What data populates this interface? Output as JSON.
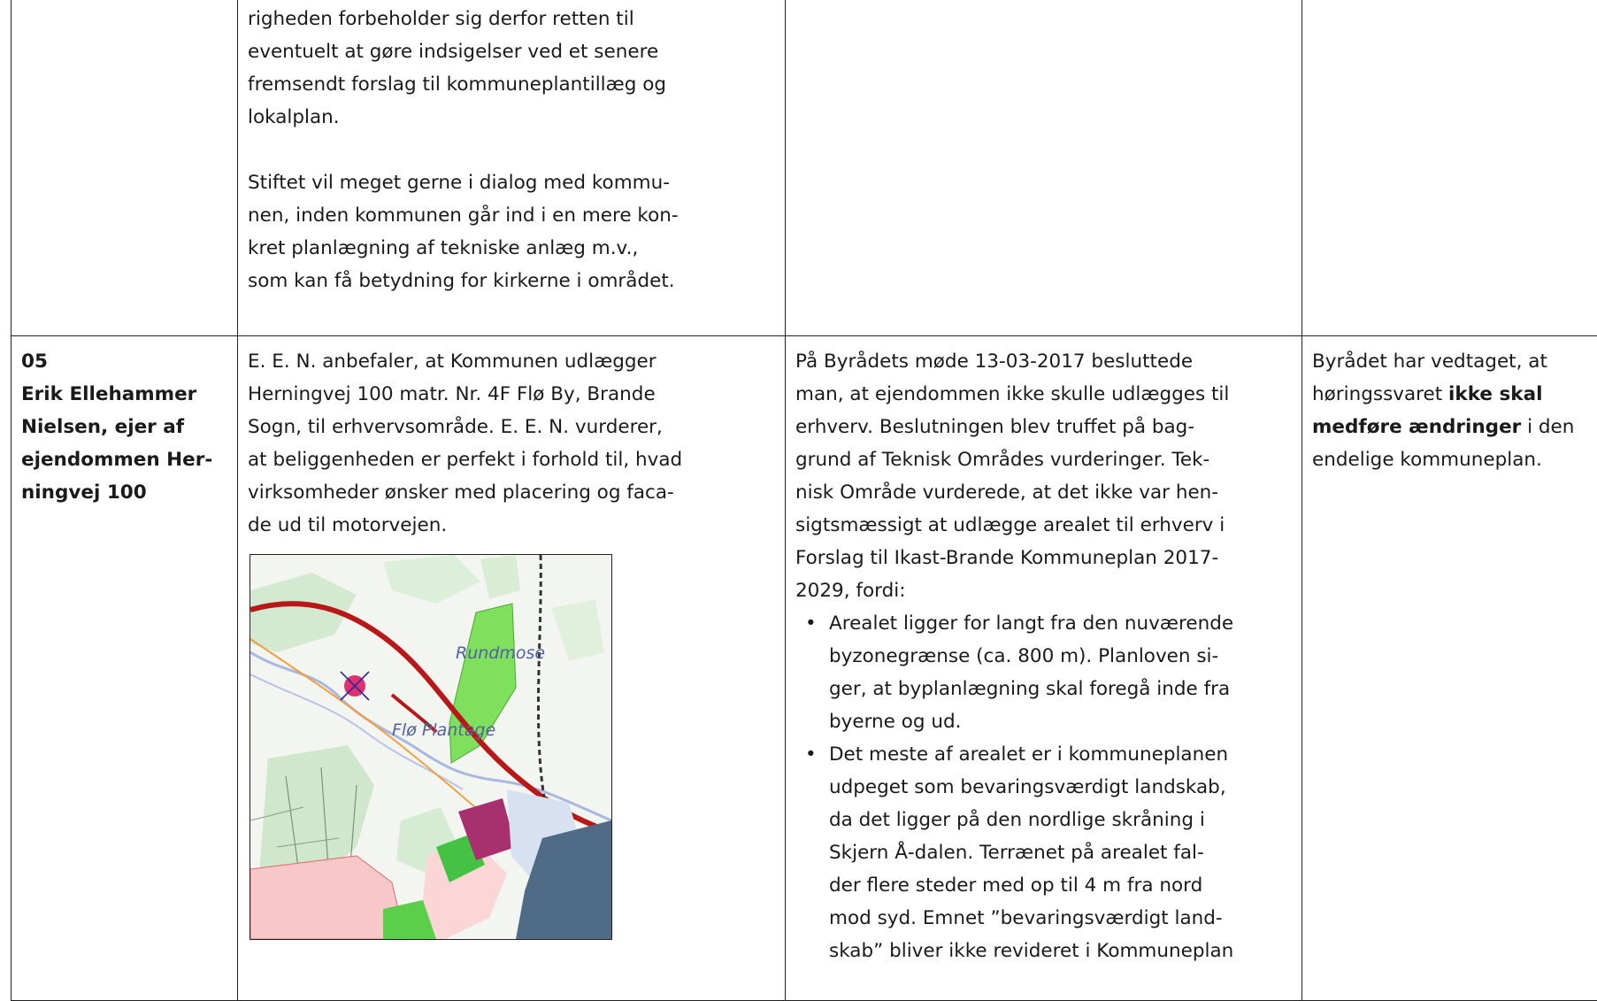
{
  "row1": {
    "col2_lines_a": [
      "righeden forbeholder sig derfor retten til",
      "eventuelt at gøre indsigelser ved et senere",
      "fremsendt forslag til kommuneplantillæg og",
      "lokalplan."
    ],
    "col2_lines_b": [
      "Stiftet vil meget gerne i dialog med kommu-",
      "nen, inden kommunen går ind i en mere kon-",
      "kret planlægning af tekniske anlæg m.v.,",
      "som kan få betydning for kirkerne i området."
    ]
  },
  "row2": {
    "header_lines": [
      "05",
      "Erik Ellehammer",
      "Nielsen, ejer af",
      "ejendommen Her-",
      "ningvej 100"
    ],
    "summary_lines": [
      "E. E. N. anbefaler, at Kommunen udlægger",
      "Herningvej 100 matr. Nr. 4F Flø By, Brande",
      "Sogn, til erhvervsområde. E. E. N. vurderer,",
      "at beliggenheden er perfekt i forhold til, hvad",
      "virksomheder ønsker med placering og faca-",
      "de ud til motorvejen."
    ],
    "map": {
      "label_rundmose": "Rundmose",
      "label_plantage": "Flø Plantage"
    },
    "response_lines": [
      "På Byrådets møde 13-03-2017 besluttede",
      "man, at ejendommen ikke skulle udlægges til",
      "erhverv. Beslutningen blev truffet på bag-",
      "grund af Teknisk Områdes vurderinger. Tek-",
      "nisk Område vurderede, at det ikke var hen-",
      "sigtsmæssigt at udlægge arealet til erhverv i",
      "Forslag til Ikast-Brande Kommuneplan 2017-",
      "2029, fordi:"
    ],
    "bullets": [
      [
        "Arealet ligger for langt fra den nuværende",
        "byzonegrænse (ca. 800 m). Planloven si-",
        "ger, at byplanlægning skal foregå inde fra",
        "byerne og ud."
      ],
      [
        "Det meste af arealet er i kommuneplanen",
        "udpeget som bevaringsværdigt landskab,",
        "da det ligger på den nordlige skråning i",
        "Skjern Å-dalen. Terrænet på arealet fal-",
        "der flere steder med op til 4 m fra nord",
        "mod syd. Emnet ”bevaringsværdigt land-",
        "skab” bliver ikke revideret i Kommuneplan"
      ]
    ],
    "decision": {
      "l1": "Byrådet har vedtaget, at",
      "l2_normal": "høringssvaret ",
      "l2_bold": "ikke skal",
      "l3_bold": "medføre ændringer",
      "l3_normal": " i den",
      "l4": "endelige kommuneplan."
    }
  }
}
